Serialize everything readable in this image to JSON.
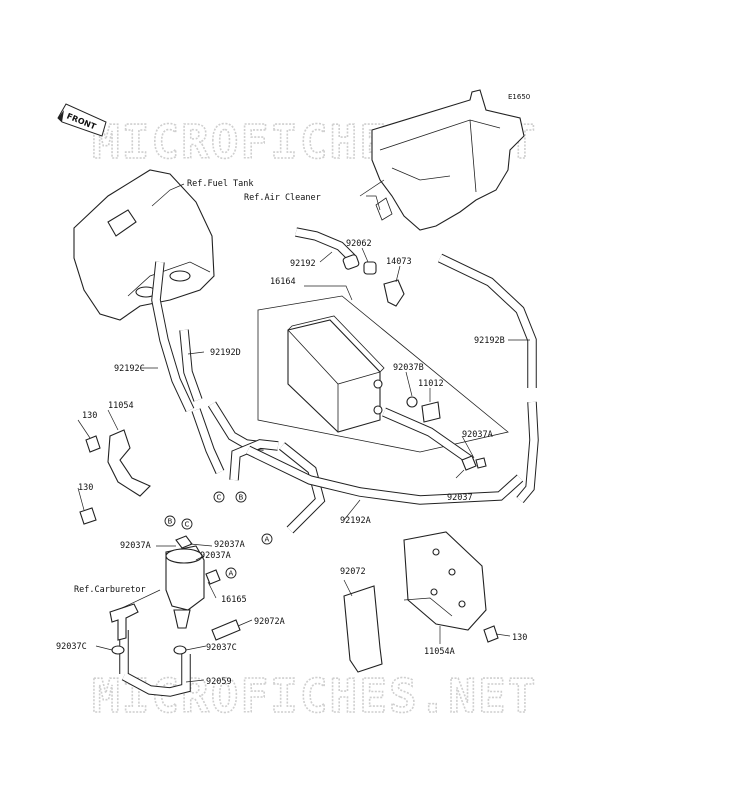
{
  "diagram_code": "E1650",
  "front_label": "FRONT",
  "watermark": "MICROFICHES.NET",
  "refs": {
    "fuel_tank": "Ref.Fuel Tank",
    "air_cleaner": "Ref.Air Cleaner",
    "carburetor": "Ref.Carburetor"
  },
  "parts": {
    "p92192": "92192",
    "p92062": "92062",
    "p14073": "14073",
    "p16164": "16164",
    "p92192B": "92192B",
    "p92192D": "92192D",
    "p92192C": "92192C",
    "p92037B": "92037B",
    "p11012": "11012",
    "p130a": "130",
    "p11054": "11054",
    "p92037A_r": "92037A",
    "p130b": "130",
    "p92037_r": "92037",
    "p92192A": "92192A",
    "p92037A_l1": "92037A",
    "p92037A_l2": "92037A",
    "p92037A_l3": "92037A",
    "p92072": "92072",
    "p16165": "16165",
    "p92072A": "92072A",
    "p130c": "130",
    "p11054A": "11054A",
    "p92037C_l": "92037C",
    "p92037C_r": "92037C",
    "p92059": "92059"
  },
  "connectors": {
    "a": "A",
    "b": "B",
    "c": "C"
  }
}
